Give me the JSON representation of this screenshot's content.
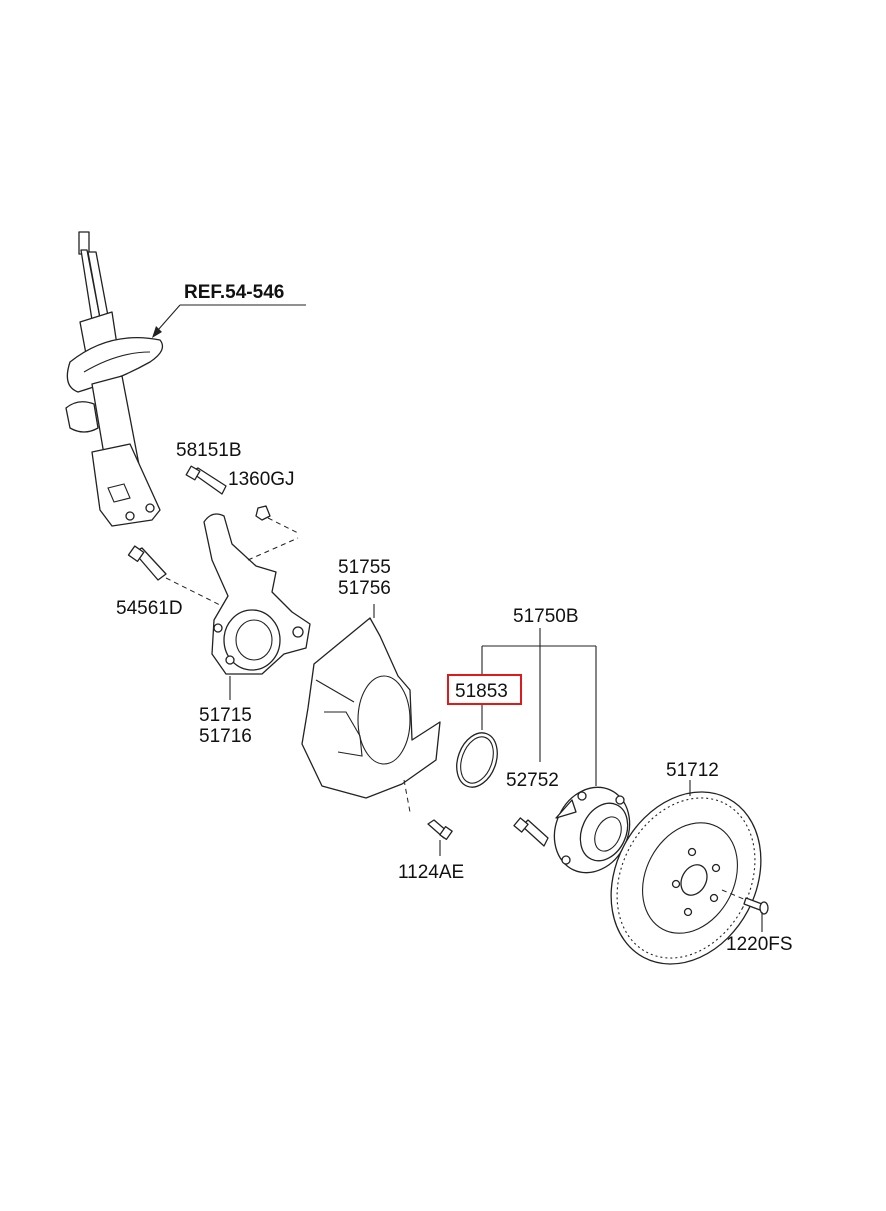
{
  "labels": {
    "ref": "REF.54-546",
    "p58151B": "58151B",
    "p1360GJ": "1360GJ",
    "p54561D": "54561D",
    "p51715": "51715",
    "p51716": "51716",
    "p51755": "51755",
    "p51756": "51756",
    "p51750B": "51750B",
    "p51853": "51853",
    "p52752": "52752",
    "p51712": "51712",
    "p1124AE": "1124AE",
    "p1220FS": "1220FS"
  },
  "highlight_color": "#e01a1a"
}
